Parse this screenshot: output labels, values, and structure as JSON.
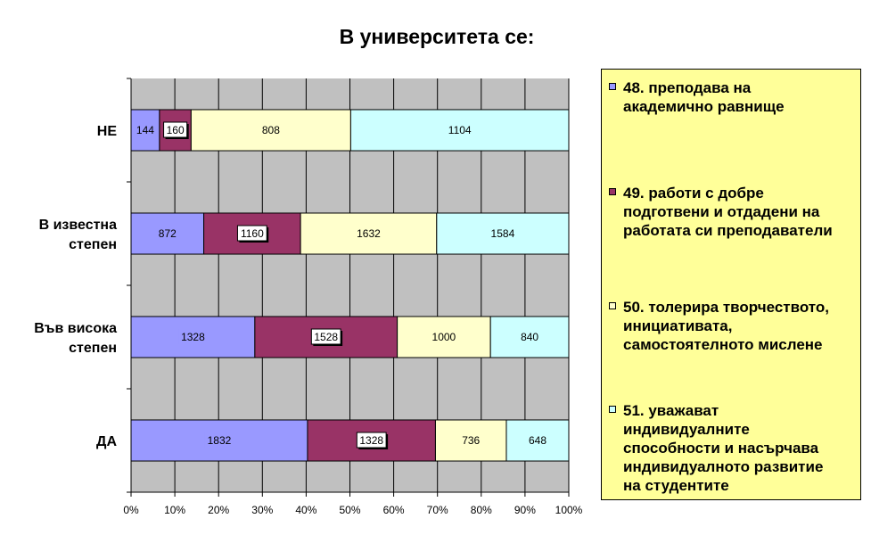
{
  "chart_data": {
    "type": "bar",
    "orientation": "horizontal",
    "stacking": "percent",
    "title": "В университета се:",
    "categories": [
      "НЕ",
      "В известна степен",
      "Във висока степен",
      "ДА"
    ],
    "category_lines": [
      [
        "НЕ"
      ],
      [
        "В известна",
        "степен"
      ],
      [
        "Във висока",
        "степен"
      ],
      [
        "ДА"
      ]
    ],
    "series": [
      {
        "name": "48. преподава на академично равнище",
        "name_lines": [
          "48. преподава на",
          "академично равнище"
        ],
        "color": "#9999ff",
        "values": [
          144,
          872,
          1328,
          1832
        ]
      },
      {
        "name": "49. работи с добре подготвени и отдадени на работата си преподаватели",
        "name_lines": [
          "49. работи с добре",
          "подготвени и отдадени на",
          "работата си преподаватели"
        ],
        "color": "#993366",
        "values": [
          160,
          1160,
          1528,
          1328
        ]
      },
      {
        "name": "50. толерира творчеството, инициативата, самостоятелното мислене",
        "name_lines": [
          "50. толерира творчеството,",
          "инициативата,",
          "самостоятелното мислене"
        ],
        "color": "#ffffcc",
        "values": [
          808,
          1632,
          1000,
          736
        ]
      },
      {
        "name": "51. уважават индивидуалните способности и насърчава индивидуалното развитие на студентите",
        "name_lines": [
          "51. уважават",
          "индивидуалните",
          "способности и насърчава",
          "индивидуалното развитие",
          "на студентите"
        ],
        "color": "#ccffff",
        "values": [
          1104,
          1584,
          840,
          648
        ]
      }
    ],
    "xlim": [
      0,
      100
    ],
    "x_ticks": [
      "0%",
      "10%",
      "20%",
      "30%",
      "40%",
      "50%",
      "60%",
      "70%",
      "80%",
      "90%",
      "100%"
    ],
    "plot_background": "#c0c0c0",
    "grid": true,
    "legend_position": "right",
    "legend_background": "#ffff99"
  }
}
